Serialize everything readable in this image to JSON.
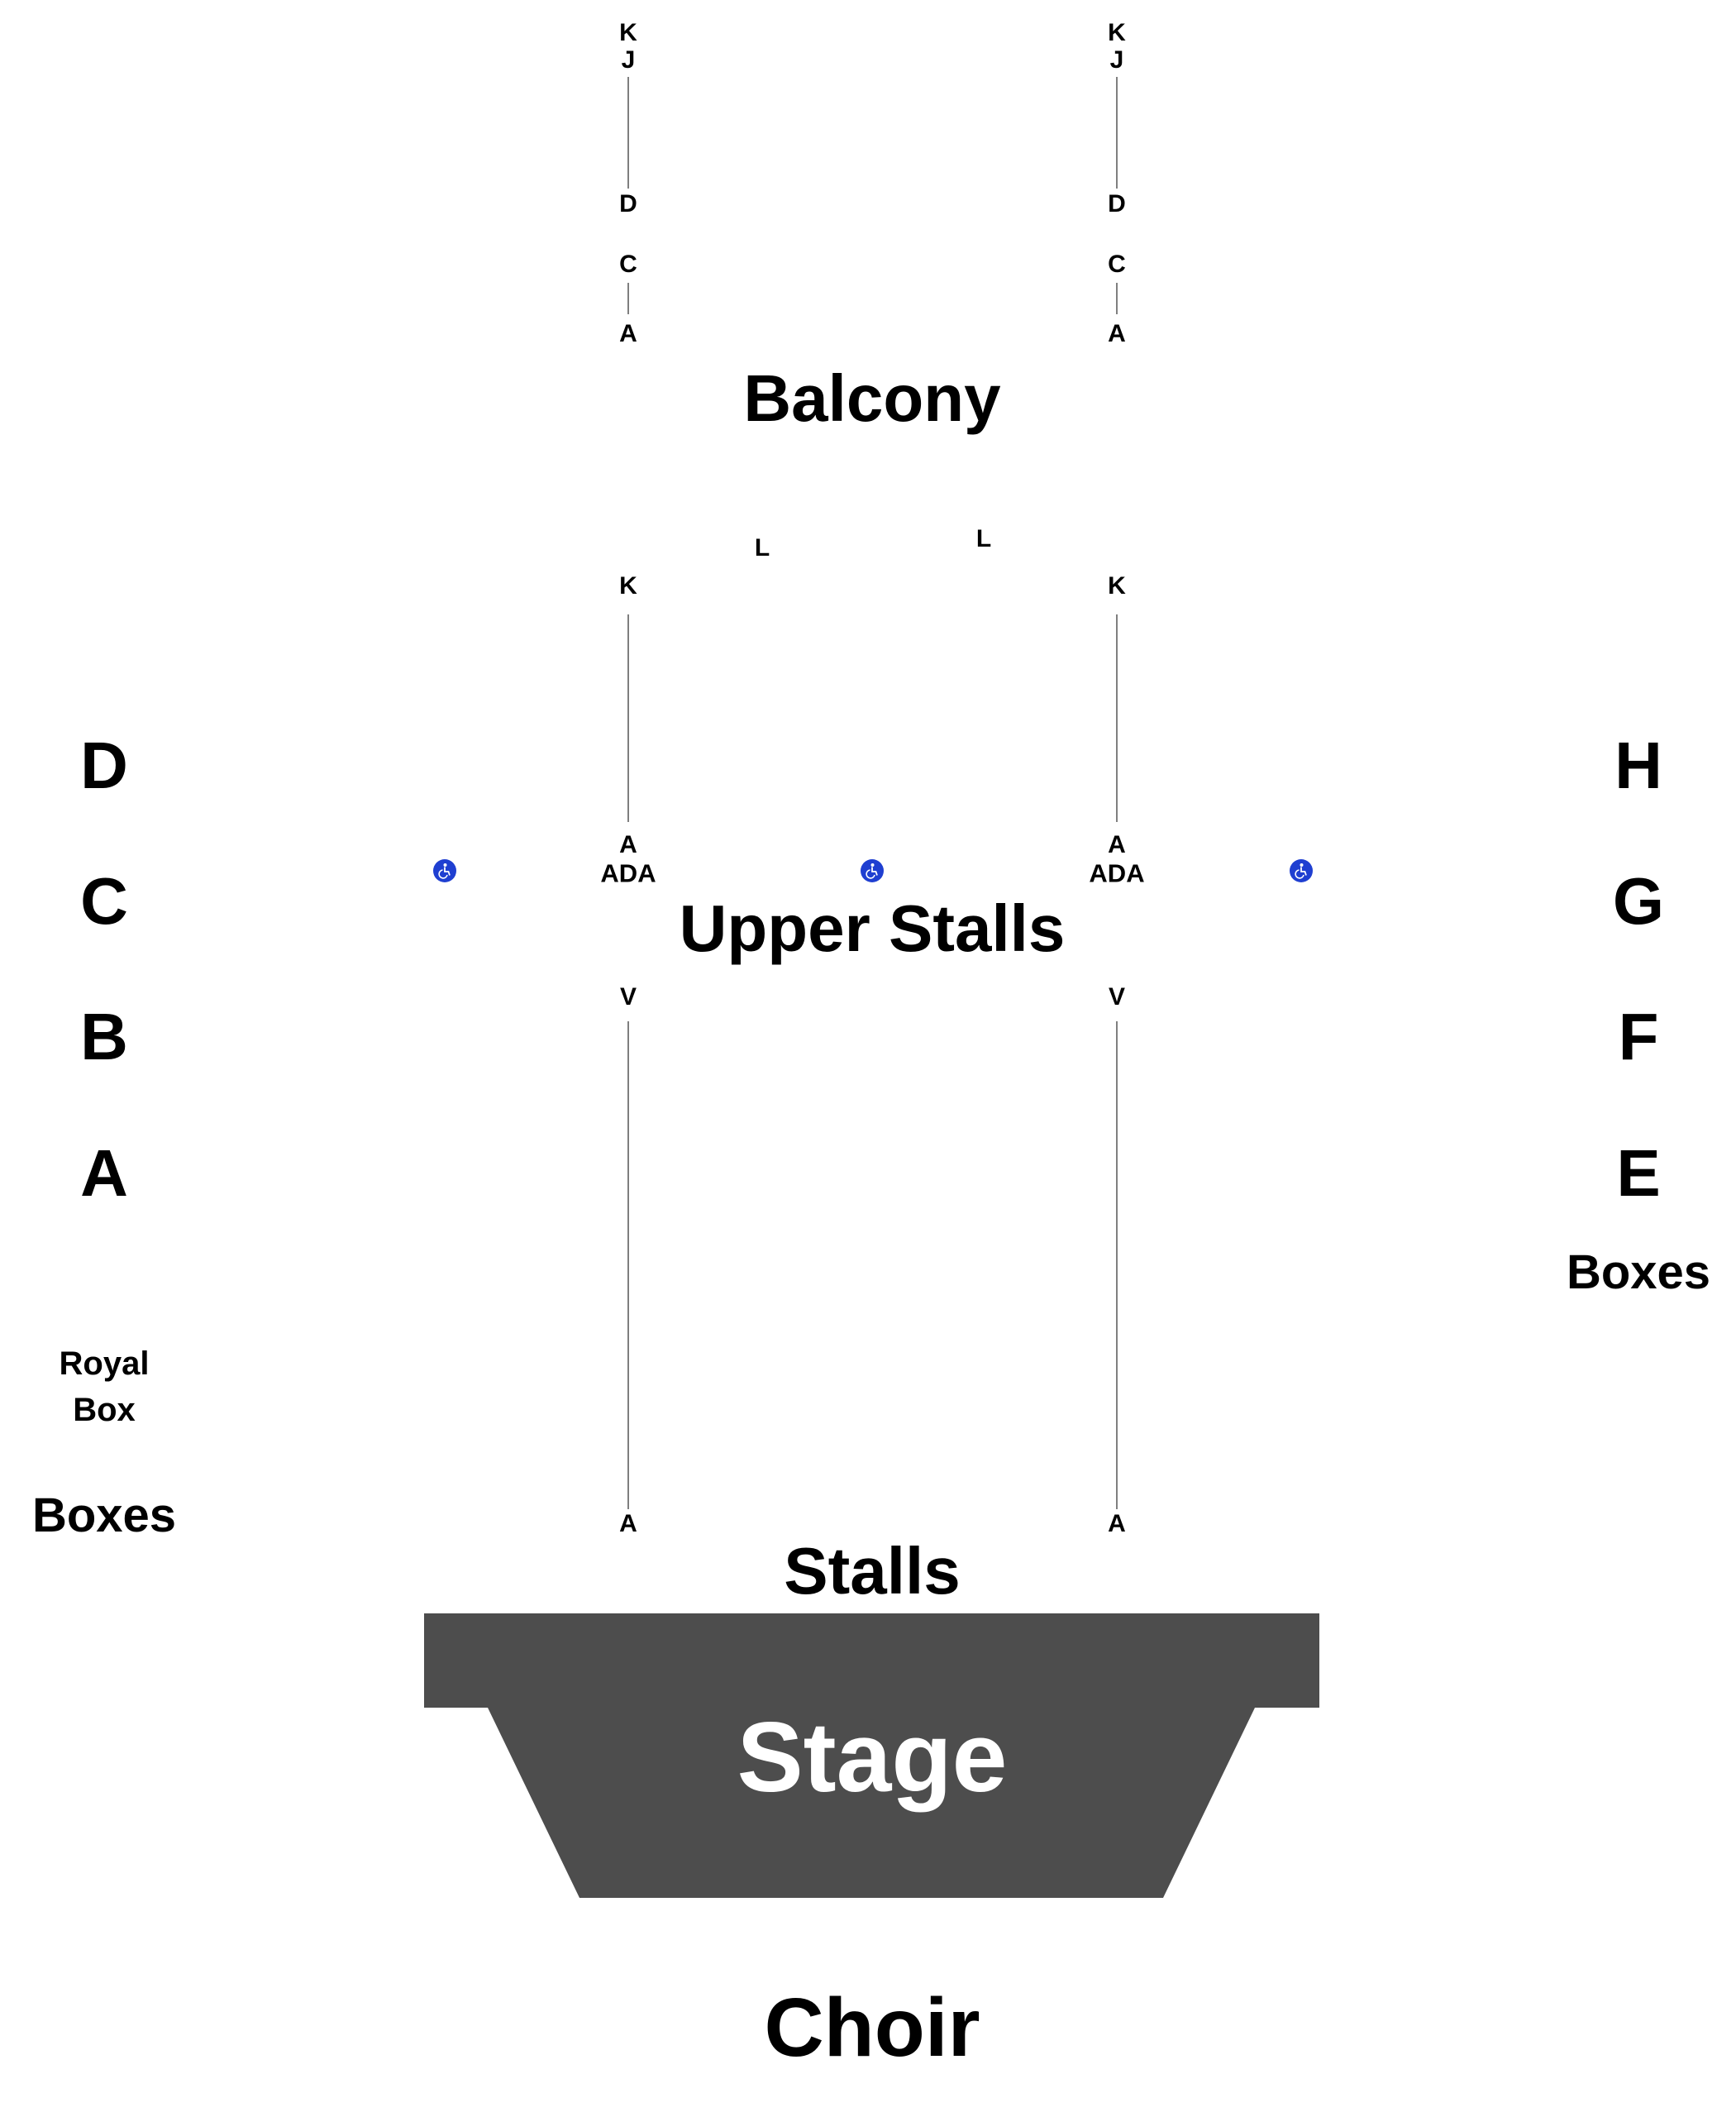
{
  "colors": {
    "stage": "#4d4d4d",
    "stage_text": "#ffffff",
    "aisle_line": "#7f7f7f",
    "accessibility": "#1f3fd1",
    "text": "#000000"
  },
  "balcony": {
    "title": "Balcony",
    "left_aisle": {
      "k": "K",
      "j": "J",
      "d": "D",
      "c": "C",
      "a": "A"
    },
    "right_aisle": {
      "k": "K",
      "j": "J",
      "d": "D",
      "c": "C",
      "a": "A"
    }
  },
  "upper_stalls": {
    "title": "Upper Stalls",
    "row_l_left": "L",
    "row_l_right": "L",
    "left_aisle": {
      "top": "K",
      "bottom": "A",
      "ada": "ADA"
    },
    "right_aisle": {
      "top": "K",
      "bottom": "A",
      "ada": "ADA"
    },
    "accessibility_icon": "wheelchair-icon"
  },
  "stalls": {
    "title": "Stalls",
    "left_aisle": {
      "top": "V",
      "bottom": "A"
    },
    "right_aisle": {
      "top": "V",
      "bottom": "A"
    }
  },
  "left_boxes": {
    "letters": [
      "D",
      "C",
      "B",
      "A"
    ],
    "royal_box_line1": "Royal",
    "royal_box_line2": "Box",
    "label": "Boxes"
  },
  "right_boxes": {
    "letters": [
      "H",
      "G",
      "F",
      "E"
    ],
    "label": "Boxes"
  },
  "stage": {
    "label": "Stage"
  },
  "choir": {
    "label": "Choir"
  }
}
